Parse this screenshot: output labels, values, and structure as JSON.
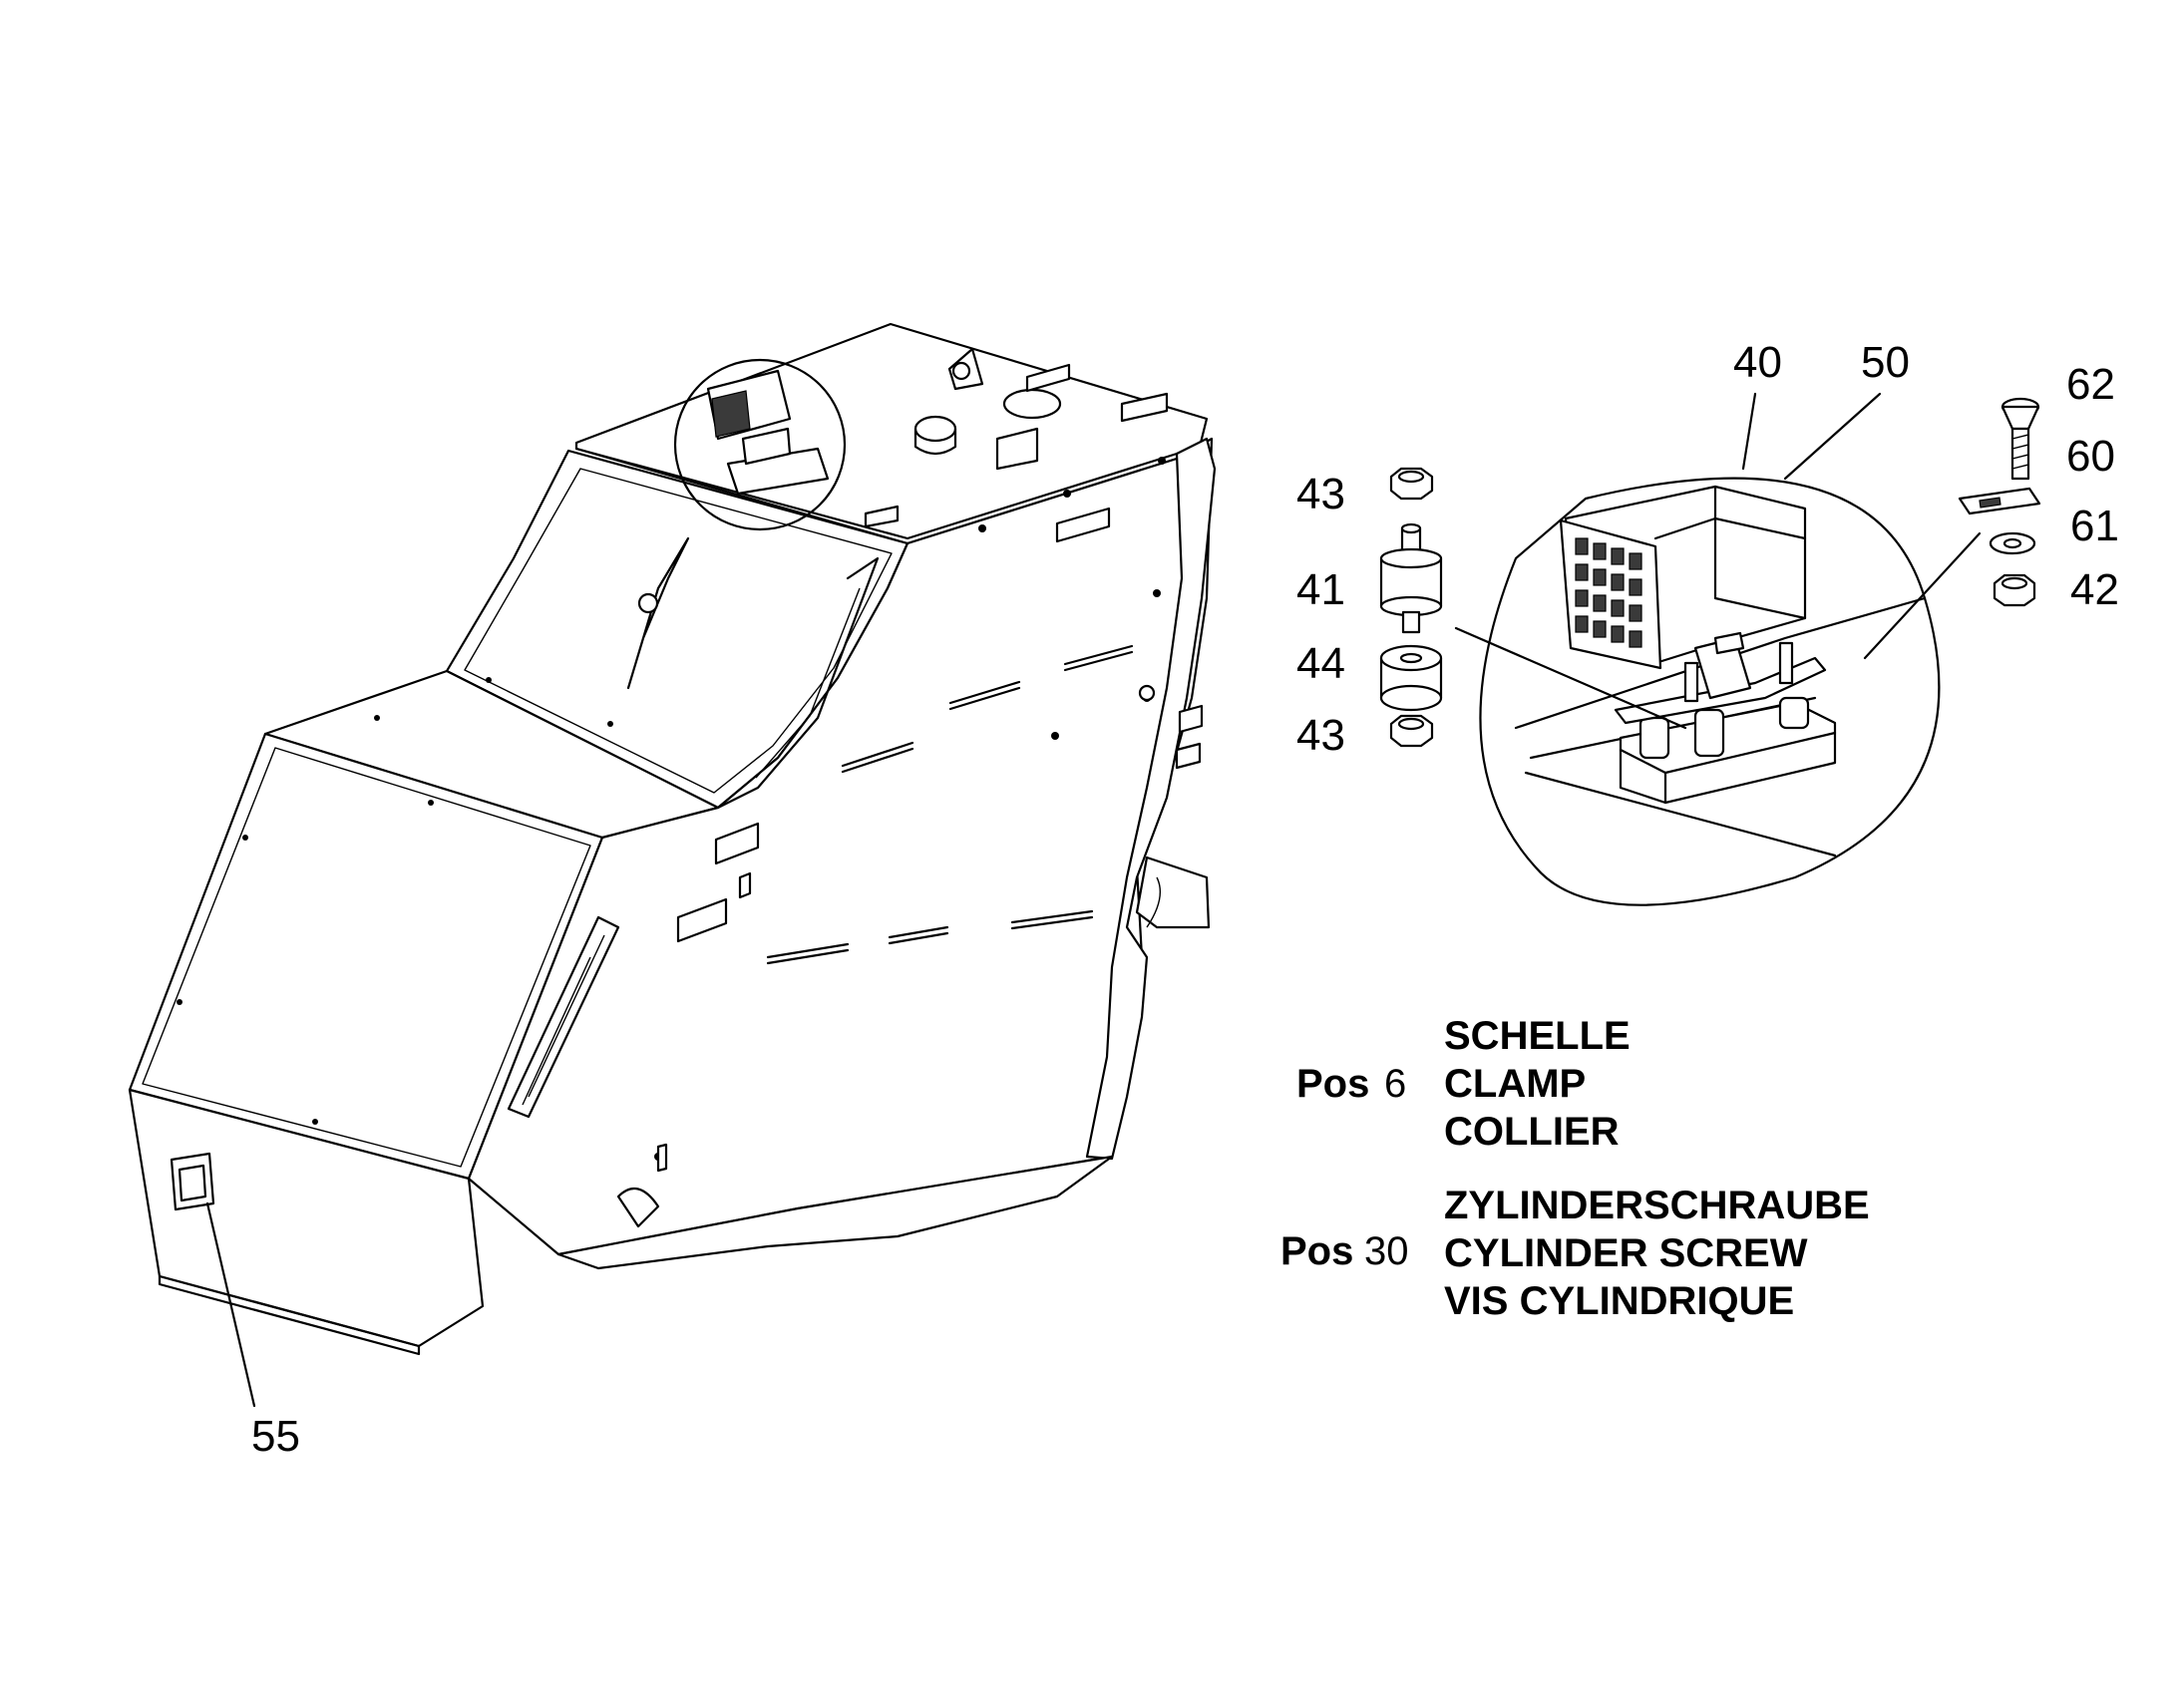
{
  "callouts": {
    "c40": "40",
    "c50": "50",
    "c62": "62",
    "c60": "60",
    "c61": "61",
    "c42": "42",
    "c43a": "43",
    "c41": "41",
    "c44": "44",
    "c43b": "43",
    "c55": "55"
  },
  "legend": [
    {
      "pos_label": "Pos",
      "pos_number": "6",
      "lines": [
        "SCHELLE",
        "CLAMP",
        "COLLIER"
      ]
    },
    {
      "pos_label": "Pos",
      "pos_number": "30",
      "lines": [
        "ZYLINDERSCHRAUBE",
        "CYLINDER SCREW",
        "VIS CYLINDRIQUE"
      ]
    }
  ]
}
